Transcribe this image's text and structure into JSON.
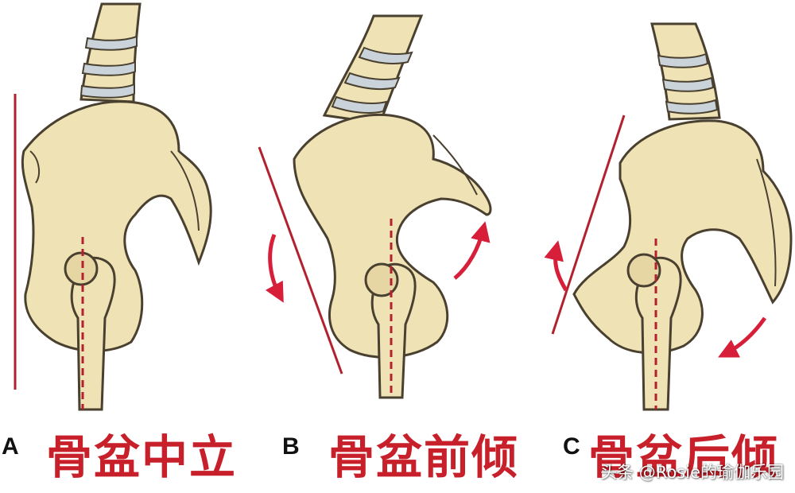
{
  "colors": {
    "bone_fill": "#efe3b6",
    "bone_stroke": "#4a4030",
    "disc": "#c9d3d9",
    "reference_line": "#b3202e",
    "caption": "#c8202a",
    "background": "#ffffff"
  },
  "panels": [
    {
      "letter": "A",
      "caption": "骨盆中立",
      "state": "neutral"
    },
    {
      "letter": "B",
      "caption": "骨盆前倾",
      "state": "anterior-tilt"
    },
    {
      "letter": "C",
      "caption": "骨盆后倾",
      "state": "posterior-tilt"
    }
  ],
  "watermark": "头条 @Rosie的瑜伽乐园"
}
